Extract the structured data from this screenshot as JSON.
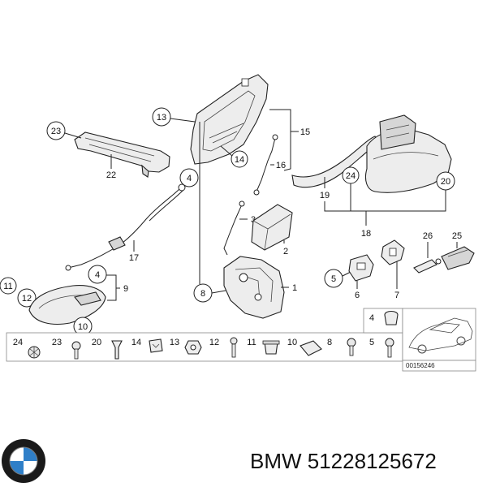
{
  "callouts": {
    "c1": "1",
    "c2": "2",
    "c3": "3",
    "c4a": "4",
    "c4b": "4",
    "c5": "5",
    "c6": "6",
    "c7": "7",
    "c8": "8",
    "c9": "9",
    "c10": "10",
    "c11": "11",
    "c12": "12",
    "c13": "13",
    "c14": "14",
    "c15": "15",
    "c16": "16",
    "c17": "17",
    "c18": "18",
    "c19": "19",
    "c20": "20",
    "c22": "22",
    "c23": "23",
    "c24": "24",
    "c25": "25",
    "c26": "26"
  },
  "strip": [
    "24",
    "23",
    "20",
    "14",
    "13",
    "12",
    "11",
    "10",
    "8",
    "5"
  ],
  "strip_extra": "4",
  "ref_code": "00156246",
  "footer": {
    "brand_part": "BMW 51228125672",
    "logo": "bmw-roundel-logo"
  }
}
